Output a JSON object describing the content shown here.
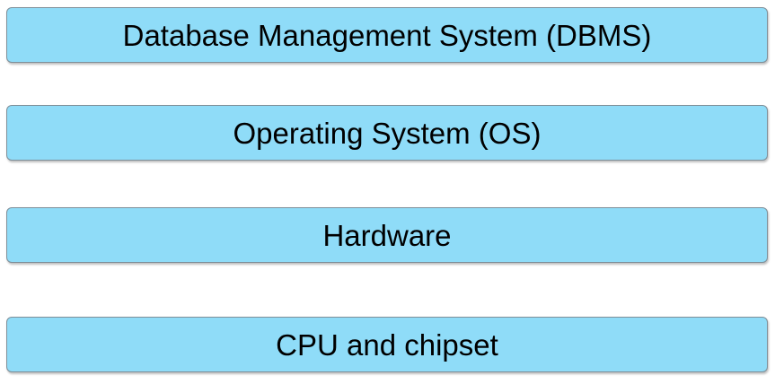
{
  "layers": [
    {
      "label": "Database Management System (DBMS)"
    },
    {
      "label": "Operating System (OS)"
    },
    {
      "label": "Hardware"
    },
    {
      "label": "CPU and chipset"
    }
  ],
  "colors": {
    "box_fill": "#8fdcf8",
    "box_border": "#7f8f99",
    "text": "#000000",
    "background": "#ffffff"
  }
}
